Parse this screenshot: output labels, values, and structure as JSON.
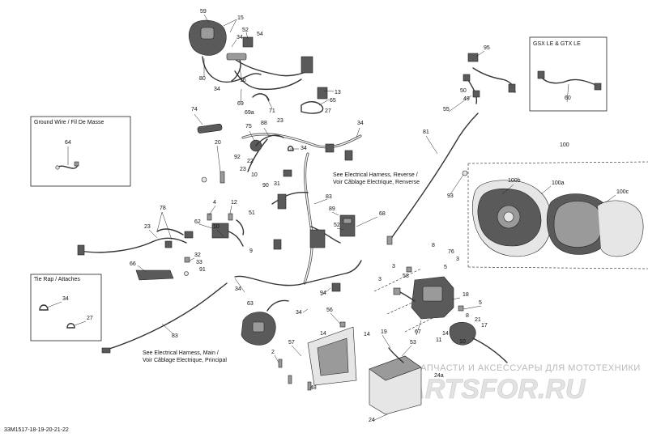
{
  "callouts": [
    {
      "id": "c59",
      "text": "59"
    },
    {
      "id": "c15",
      "text": "15"
    },
    {
      "id": "c52",
      "text": "52"
    },
    {
      "id": "c54",
      "text": "54"
    },
    {
      "id": "c34a",
      "text": "34"
    },
    {
      "id": "c80",
      "text": "80"
    },
    {
      "id": "c16",
      "text": "16"
    },
    {
      "id": "c34b",
      "text": "34"
    },
    {
      "id": "c69",
      "text": "69"
    },
    {
      "id": "c69a",
      "text": "69a"
    },
    {
      "id": "c71",
      "text": "71"
    },
    {
      "id": "c23a",
      "text": "23"
    },
    {
      "id": "c13",
      "text": "13"
    },
    {
      "id": "c65",
      "text": "65"
    },
    {
      "id": "c27a",
      "text": "27"
    },
    {
      "id": "c74",
      "text": "74"
    },
    {
      "id": "c75",
      "text": "75"
    },
    {
      "id": "c88",
      "text": "88"
    },
    {
      "id": "c34c",
      "text": "34"
    },
    {
      "id": "c34d",
      "text": "34"
    },
    {
      "id": "c20",
      "text": "20"
    },
    {
      "id": "c92",
      "text": "92"
    },
    {
      "id": "c23b",
      "text": "23"
    },
    {
      "id": "c22",
      "text": "22"
    },
    {
      "id": "c10a",
      "text": "10"
    },
    {
      "id": "c90",
      "text": "90"
    },
    {
      "id": "c31",
      "text": "31"
    },
    {
      "id": "c83a",
      "text": "83"
    },
    {
      "id": "c4",
      "text": "4"
    },
    {
      "id": "c12",
      "text": "12"
    },
    {
      "id": "c51",
      "text": "51"
    },
    {
      "id": "c78",
      "text": "78"
    },
    {
      "id": "c62",
      "text": "62"
    },
    {
      "id": "c10b",
      "text": "10"
    },
    {
      "id": "c9",
      "text": "9"
    },
    {
      "id": "c23c",
      "text": "23"
    },
    {
      "id": "c66",
      "text": "66"
    },
    {
      "id": "c32",
      "text": "32"
    },
    {
      "id": "c33",
      "text": "33"
    },
    {
      "id": "c91",
      "text": "91"
    },
    {
      "id": "c34e",
      "text": "34"
    },
    {
      "id": "c63",
      "text": "63"
    },
    {
      "id": "c34f",
      "text": "34"
    },
    {
      "id": "c94",
      "text": "94"
    },
    {
      "id": "c89",
      "text": "89"
    },
    {
      "id": "c52b",
      "text": "52"
    },
    {
      "id": "c68",
      "text": "68"
    },
    {
      "id": "c95",
      "text": "95"
    },
    {
      "id": "c50",
      "text": "50"
    },
    {
      "id": "c49",
      "text": "49"
    },
    {
      "id": "c55",
      "text": "55"
    },
    {
      "id": "c81",
      "text": "81"
    },
    {
      "id": "c93",
      "text": "93"
    },
    {
      "id": "c100",
      "text": "100"
    },
    {
      "id": "c100b",
      "text": "100b"
    },
    {
      "id": "c100a",
      "text": "100a"
    },
    {
      "id": "c100c",
      "text": "100c"
    },
    {
      "id": "c60",
      "text": "60"
    },
    {
      "id": "c64",
      "text": "64"
    },
    {
      "id": "c8a",
      "text": "8"
    },
    {
      "id": "c76",
      "text": "76"
    },
    {
      "id": "c3a",
      "text": "3"
    },
    {
      "id": "c5a",
      "text": "5"
    },
    {
      "id": "c3b",
      "text": "3"
    },
    {
      "id": "c58",
      "text": "58"
    },
    {
      "id": "c3c",
      "text": "3"
    },
    {
      "id": "c18",
      "text": "18"
    },
    {
      "id": "c5b",
      "text": "5"
    },
    {
      "id": "c8b",
      "text": "8"
    },
    {
      "id": "c21",
      "text": "21"
    },
    {
      "id": "c17",
      "text": "17"
    },
    {
      "id": "c67",
      "text": "67"
    },
    {
      "id": "c11",
      "text": "11"
    },
    {
      "id": "c14a",
      "text": "14"
    },
    {
      "id": "c10c",
      "text": "10"
    },
    {
      "id": "c56",
      "text": "56"
    },
    {
      "id": "c2",
      "text": "2"
    },
    {
      "id": "c57",
      "text": "57"
    },
    {
      "id": "c14b",
      "text": "14"
    },
    {
      "id": "c19",
      "text": "19"
    },
    {
      "id": "c53",
      "text": "53"
    },
    {
      "id": "c14c",
      "text": "14"
    },
    {
      "id": "c48",
      "text": "48"
    },
    {
      "id": "c83b",
      "text": "83"
    },
    {
      "id": "c24a",
      "text": "24a"
    },
    {
      "id": "c24",
      "text": "24"
    },
    {
      "id": "c34g",
      "text": "34"
    },
    {
      "id": "c27b",
      "text": "27"
    }
  ],
  "boxes": {
    "gsx": "GSX LE & GTX LE",
    "ground": "Ground Wire / Fil De Masse",
    "tierap": "Tie Rap / Attaches"
  },
  "notes": {
    "reverse_1": "See Electrical Harness, Reverse /",
    "reverse_2": "Voir Câblage Electrique, Renverse",
    "main_1": "See Electrical Harness, Main /",
    "main_2": "Voir Câblage Electrique, Principal"
  },
  "watermark": {
    "line1": "ЗАПЧАСТИ И АКСЕССУАРЫ ДЛЯ МОТОТЕХНИКИ",
    "line2": "PARTSFOR.RU"
  },
  "drawing_code": "33M1517-18-19-20-21-22"
}
